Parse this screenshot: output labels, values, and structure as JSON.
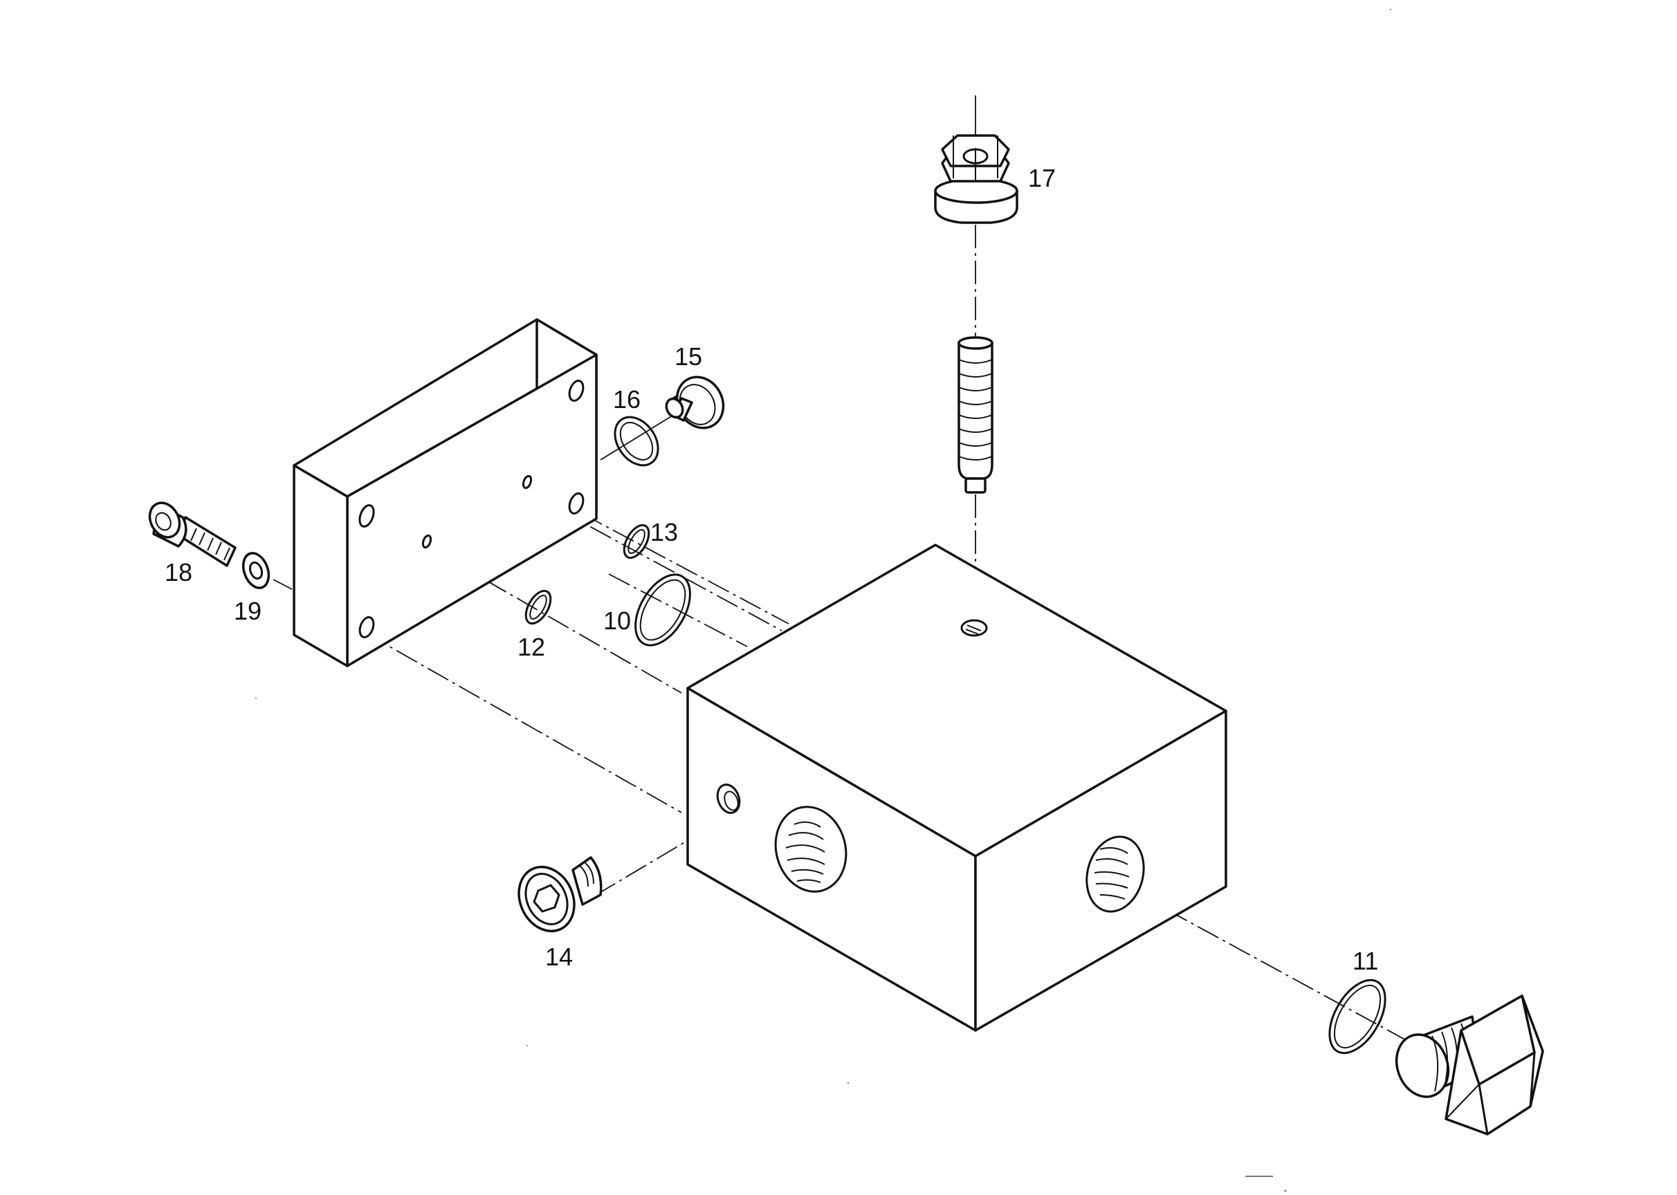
{
  "callouts": {
    "c10": "10",
    "c11": "11",
    "c12": "12",
    "c13": "13",
    "c14": "14",
    "c15": "15",
    "c16": "16",
    "c17": "17",
    "c18": "18",
    "c19": "19"
  },
  "colors": {
    "line": "#111111",
    "background": "#ffffff"
  }
}
